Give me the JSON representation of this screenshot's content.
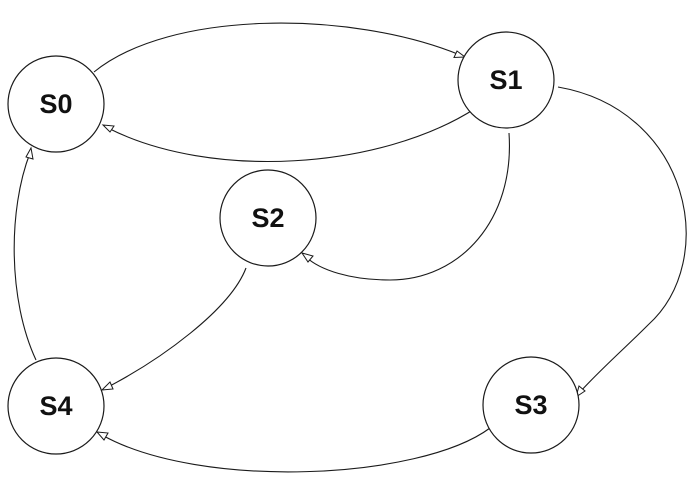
{
  "diagram": {
    "type": "state-transition-graph",
    "nodes": [
      {
        "id": "S0",
        "label": "S0"
      },
      {
        "id": "S1",
        "label": "S1"
      },
      {
        "id": "S2",
        "label": "S2"
      },
      {
        "id": "S3",
        "label": "S3"
      },
      {
        "id": "S4",
        "label": "S4"
      }
    ],
    "edges": [
      {
        "from": "S0",
        "to": "S1"
      },
      {
        "from": "S1",
        "to": "S0"
      },
      {
        "from": "S1",
        "to": "S2"
      },
      {
        "from": "S1",
        "to": "S3"
      },
      {
        "from": "S2",
        "to": "S4"
      },
      {
        "from": "S3",
        "to": "S4"
      },
      {
        "from": "S4",
        "to": "S0"
      }
    ],
    "colors": {
      "stroke": "#1a1a1a",
      "node_fill": "#ffffff",
      "background": "#ffffff"
    }
  }
}
